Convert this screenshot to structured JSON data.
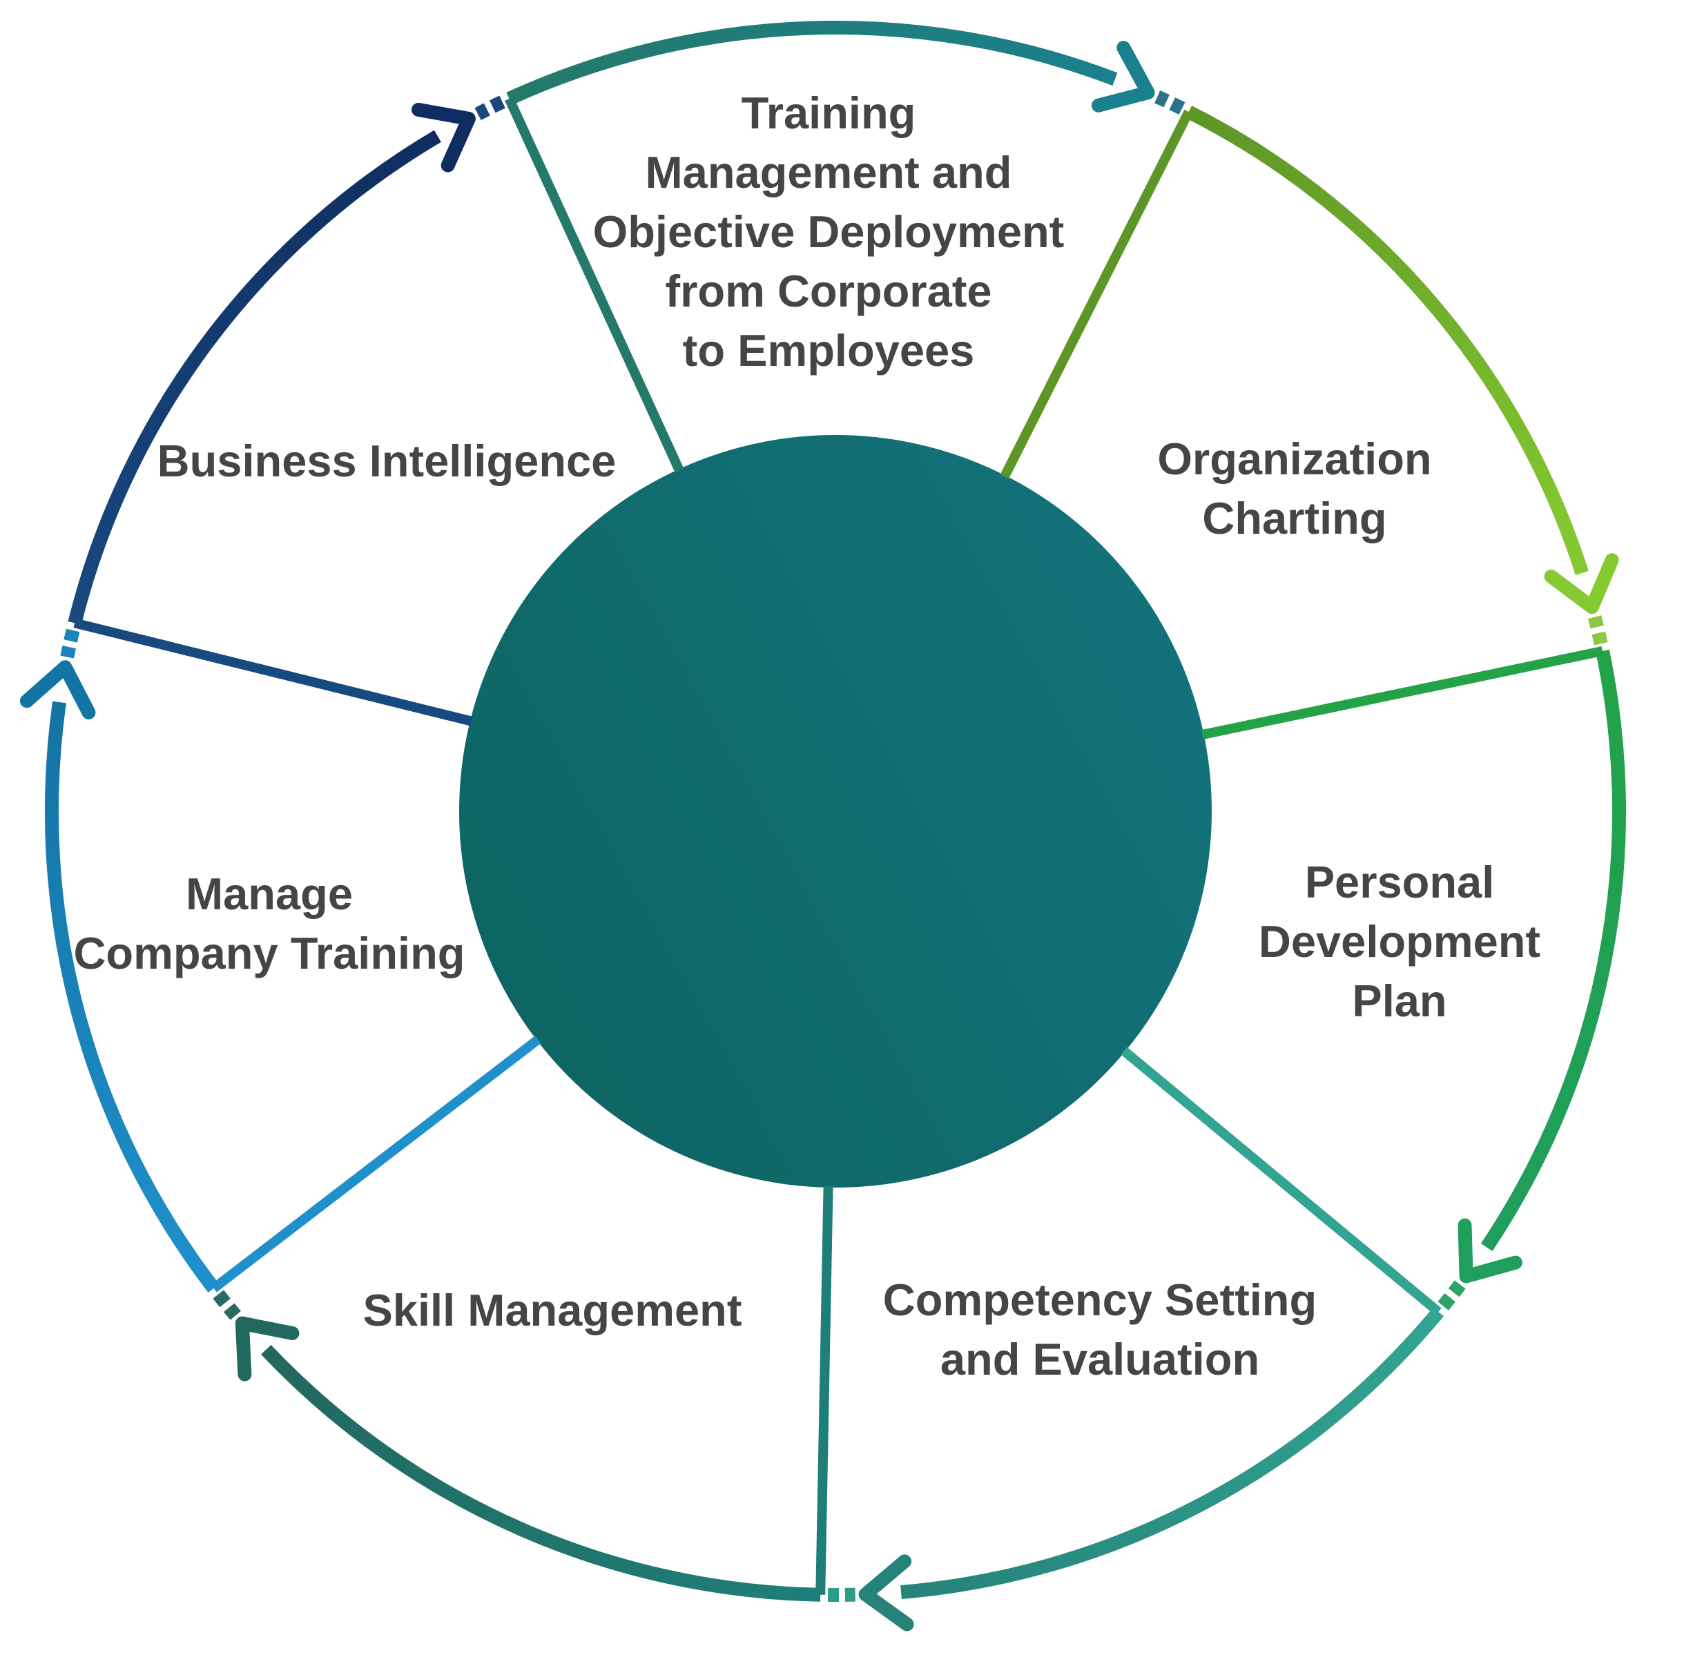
{
  "diagram": {
    "type": "cycle",
    "direction": "clockwise",
    "background_color": "#ffffff",
    "text_color": "#454545",
    "hub": {
      "name": "central-hub",
      "fill_start": "#0d6562",
      "fill_end": "#13727b"
    },
    "segments": [
      {
        "name": "training-management-and-objective-deployment",
        "label_lines": [
          "Training",
          "Management and",
          "Objective Deployment",
          "from Corporate",
          "to Employees"
        ],
        "color_start": "#24796a",
        "color_end": "#1b808d",
        "dash_color": "#2b7488"
      },
      {
        "name": "organization-charting",
        "label_lines": [
          "Organization",
          "Charting"
        ],
        "color_start": "#5d9526",
        "color_end": "#85ca31",
        "dash_color": "#8bc943"
      },
      {
        "name": "personal-development-plan",
        "label_lines": [
          "Personal",
          "Development",
          "Plan"
        ],
        "color_start": "#22a348",
        "color_end": "#1f9e5e",
        "dash_color": "#2da269"
      },
      {
        "name": "competency-setting-and-evaluation",
        "label_lines": [
          "Competency Setting",
          "and Evaluation"
        ],
        "color_start": "#32a492",
        "color_end": "#26837a",
        "dash_color": "#2f9b8a"
      },
      {
        "name": "skill-management",
        "label_lines": [
          "Skill Management"
        ],
        "color_start": "#1d7f78",
        "color_end": "#23685e",
        "dash_color": "#286b60"
      },
      {
        "name": "manage-company-training",
        "label_lines": [
          "Manage",
          "Company Training"
        ],
        "color_start": "#1f90cc",
        "color_end": "#1474a4",
        "dash_color": "#1b84ba"
      },
      {
        "name": "business-intelligence",
        "label_lines": [
          "Business Intelligence"
        ],
        "color_start": "#18497f",
        "color_end": "#0f2d60",
        "dash_color": "#1a4780"
      }
    ]
  }
}
